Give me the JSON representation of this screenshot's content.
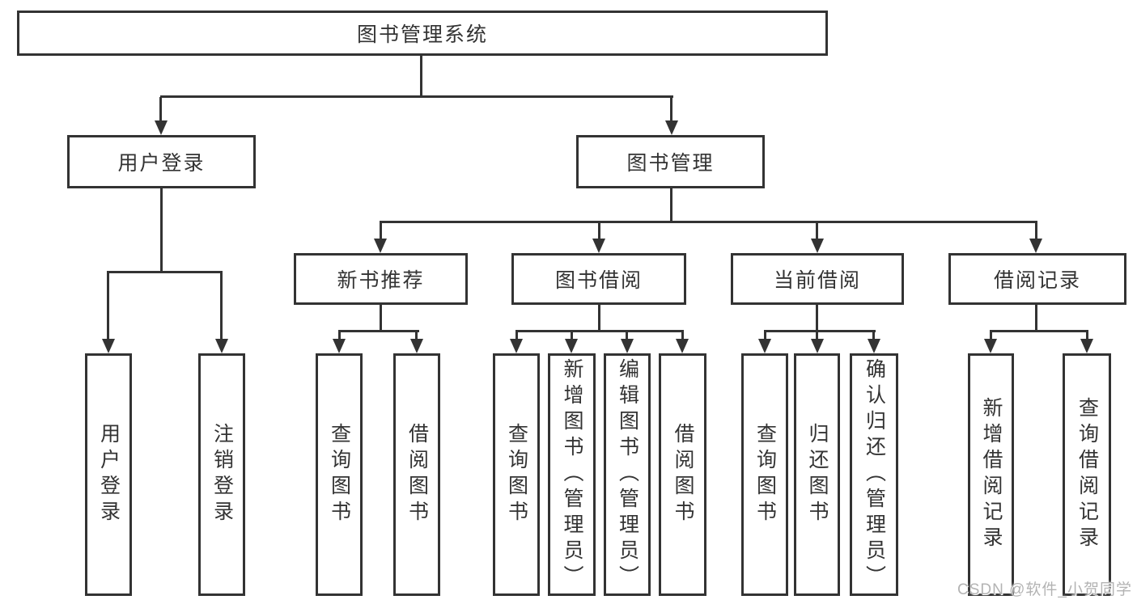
{
  "diagram": {
    "root_label": "图书管理系统",
    "branches": [
      {
        "label": "用户登录",
        "children": [
          {
            "label": "用户登录"
          },
          {
            "label": "注销登录"
          }
        ]
      },
      {
        "label": "图书管理",
        "children": [
          {
            "label": "新书推荐",
            "children": [
              {
                "label": "查询图书"
              },
              {
                "label": "借阅图书"
              }
            ]
          },
          {
            "label": "图书借阅",
            "children": [
              {
                "label": "查询图书"
              },
              {
                "label": "新增图书（管理员）"
              },
              {
                "label": "编辑图书（管理员）"
              },
              {
                "label": "借阅图书"
              }
            ]
          },
          {
            "label": "当前借阅",
            "children": [
              {
                "label": "查询图书"
              },
              {
                "label": "归还图书"
              },
              {
                "label": "确认归还（管理员）"
              }
            ]
          },
          {
            "label": "借阅记录",
            "children": [
              {
                "label": "新增借阅记录"
              },
              {
                "label": "查询借阅记录"
              }
            ]
          }
        ]
      }
    ],
    "line_color": "#333333",
    "background_color": "#ffffff"
  },
  "watermark": {
    "text": "CSDN @软件_小贺同学",
    "color": "#b3b3b3"
  }
}
